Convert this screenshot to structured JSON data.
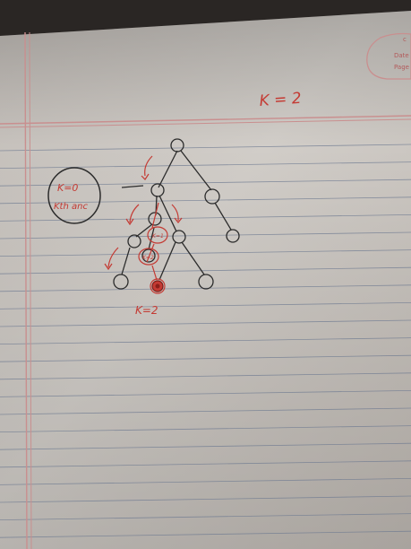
{
  "photo": {
    "subject": "handwritten-tree-diagram-on-ruled-paper",
    "colors": {
      "paper": "#cfcbc7",
      "paper_shadow": "#b9b3ad",
      "rule_line": "#6e7a90",
      "margin_line": "#c98f8f",
      "ink_black": "#2b2b2b",
      "ink_red": "#c43a33",
      "dark_surface": "#2a2624"
    }
  },
  "texts": {
    "stamp_line1": "Date",
    "stamp_line2": "Page",
    "k_top": "K = 2",
    "circle_line1": "K=0",
    "circle_line2": "Kth anc",
    "bottom_label": "K=2",
    "inner_k1": "K=1",
    "inner_k2": "K=2"
  }
}
